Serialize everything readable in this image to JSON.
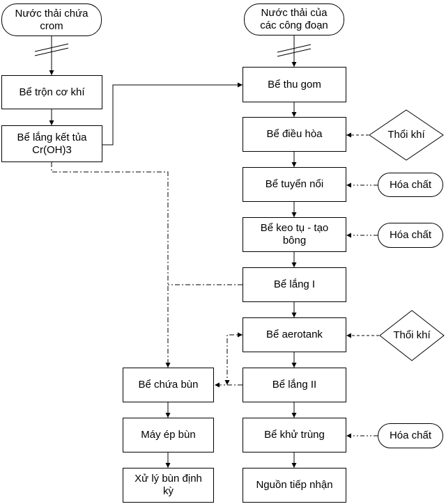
{
  "diagram": {
    "sources": {
      "chromium_wastewater": "Nước thải chứa\ncrom",
      "process_wastewater": "Nước thải của\ncác công đoạn"
    },
    "chromium_line": {
      "mechanical_mixing": "Bể trộn cơ khí",
      "cr_precipitation": "Bể lắng kết tủa\nCr(OH)3"
    },
    "main_line": {
      "collection": "Bể thu gom",
      "equalization": "Bể điều hòa",
      "flotation": "Bể tuyển nổi",
      "coagulation": "Bể keo tụ - tạo\nbông",
      "primary_settling": "Bể lắng I",
      "aerotank": "Bể aerotank",
      "secondary_settling": "Bể lắng II",
      "disinfection": "Bể khử trùng",
      "receiving_source": "Nguồn tiếp nhận"
    },
    "inputs": {
      "air_equalization": "Thổi khí",
      "chem_flotation": "Hóa chất",
      "chem_coagulation": "Hóa chất",
      "air_aerotank": "Thổi khí",
      "chem_disinfection": "Hóa chất"
    },
    "sludge_line": {
      "sludge_tank": "Bể chứa bùn",
      "filter_press": "Máy ép bùn",
      "periodic_disposal": "Xử lý bùn định\nkỳ"
    }
  },
  "colors": {
    "line": "#000000",
    "fill": "#ffffff"
  }
}
